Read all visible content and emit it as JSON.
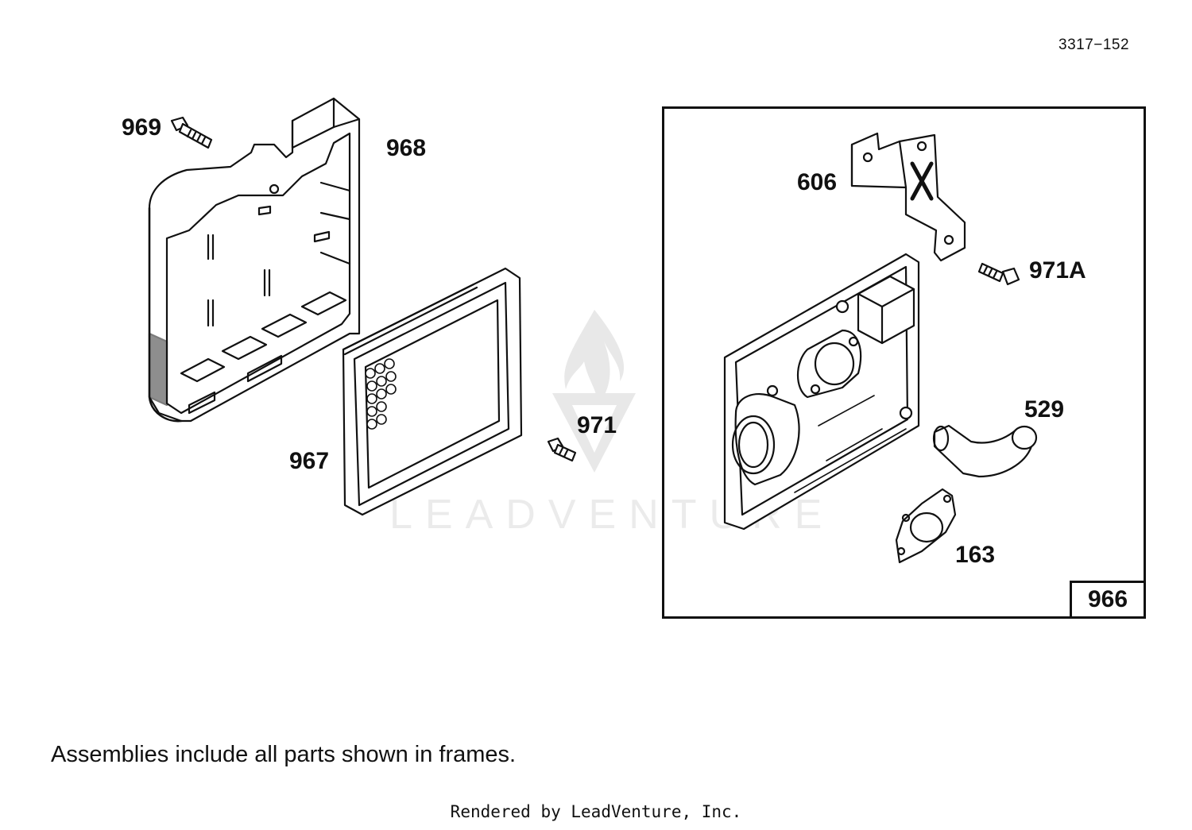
{
  "diagram_code": "3317−152",
  "parts": {
    "p969": "969",
    "p968": "968",
    "p967": "967",
    "p971": "971",
    "p606": "606",
    "p971a": "971A",
    "p529": "529",
    "p163": "163"
  },
  "frame": {
    "assembly_number": "966"
  },
  "footer": {
    "note": "Assemblies include all parts shown in frames.",
    "credit": "Rendered by LeadVenture, Inc."
  },
  "watermark": {
    "text": "LEADVENTURE"
  },
  "colors": {
    "ink": "#111111",
    "watermark": "#e6e6e6"
  }
}
